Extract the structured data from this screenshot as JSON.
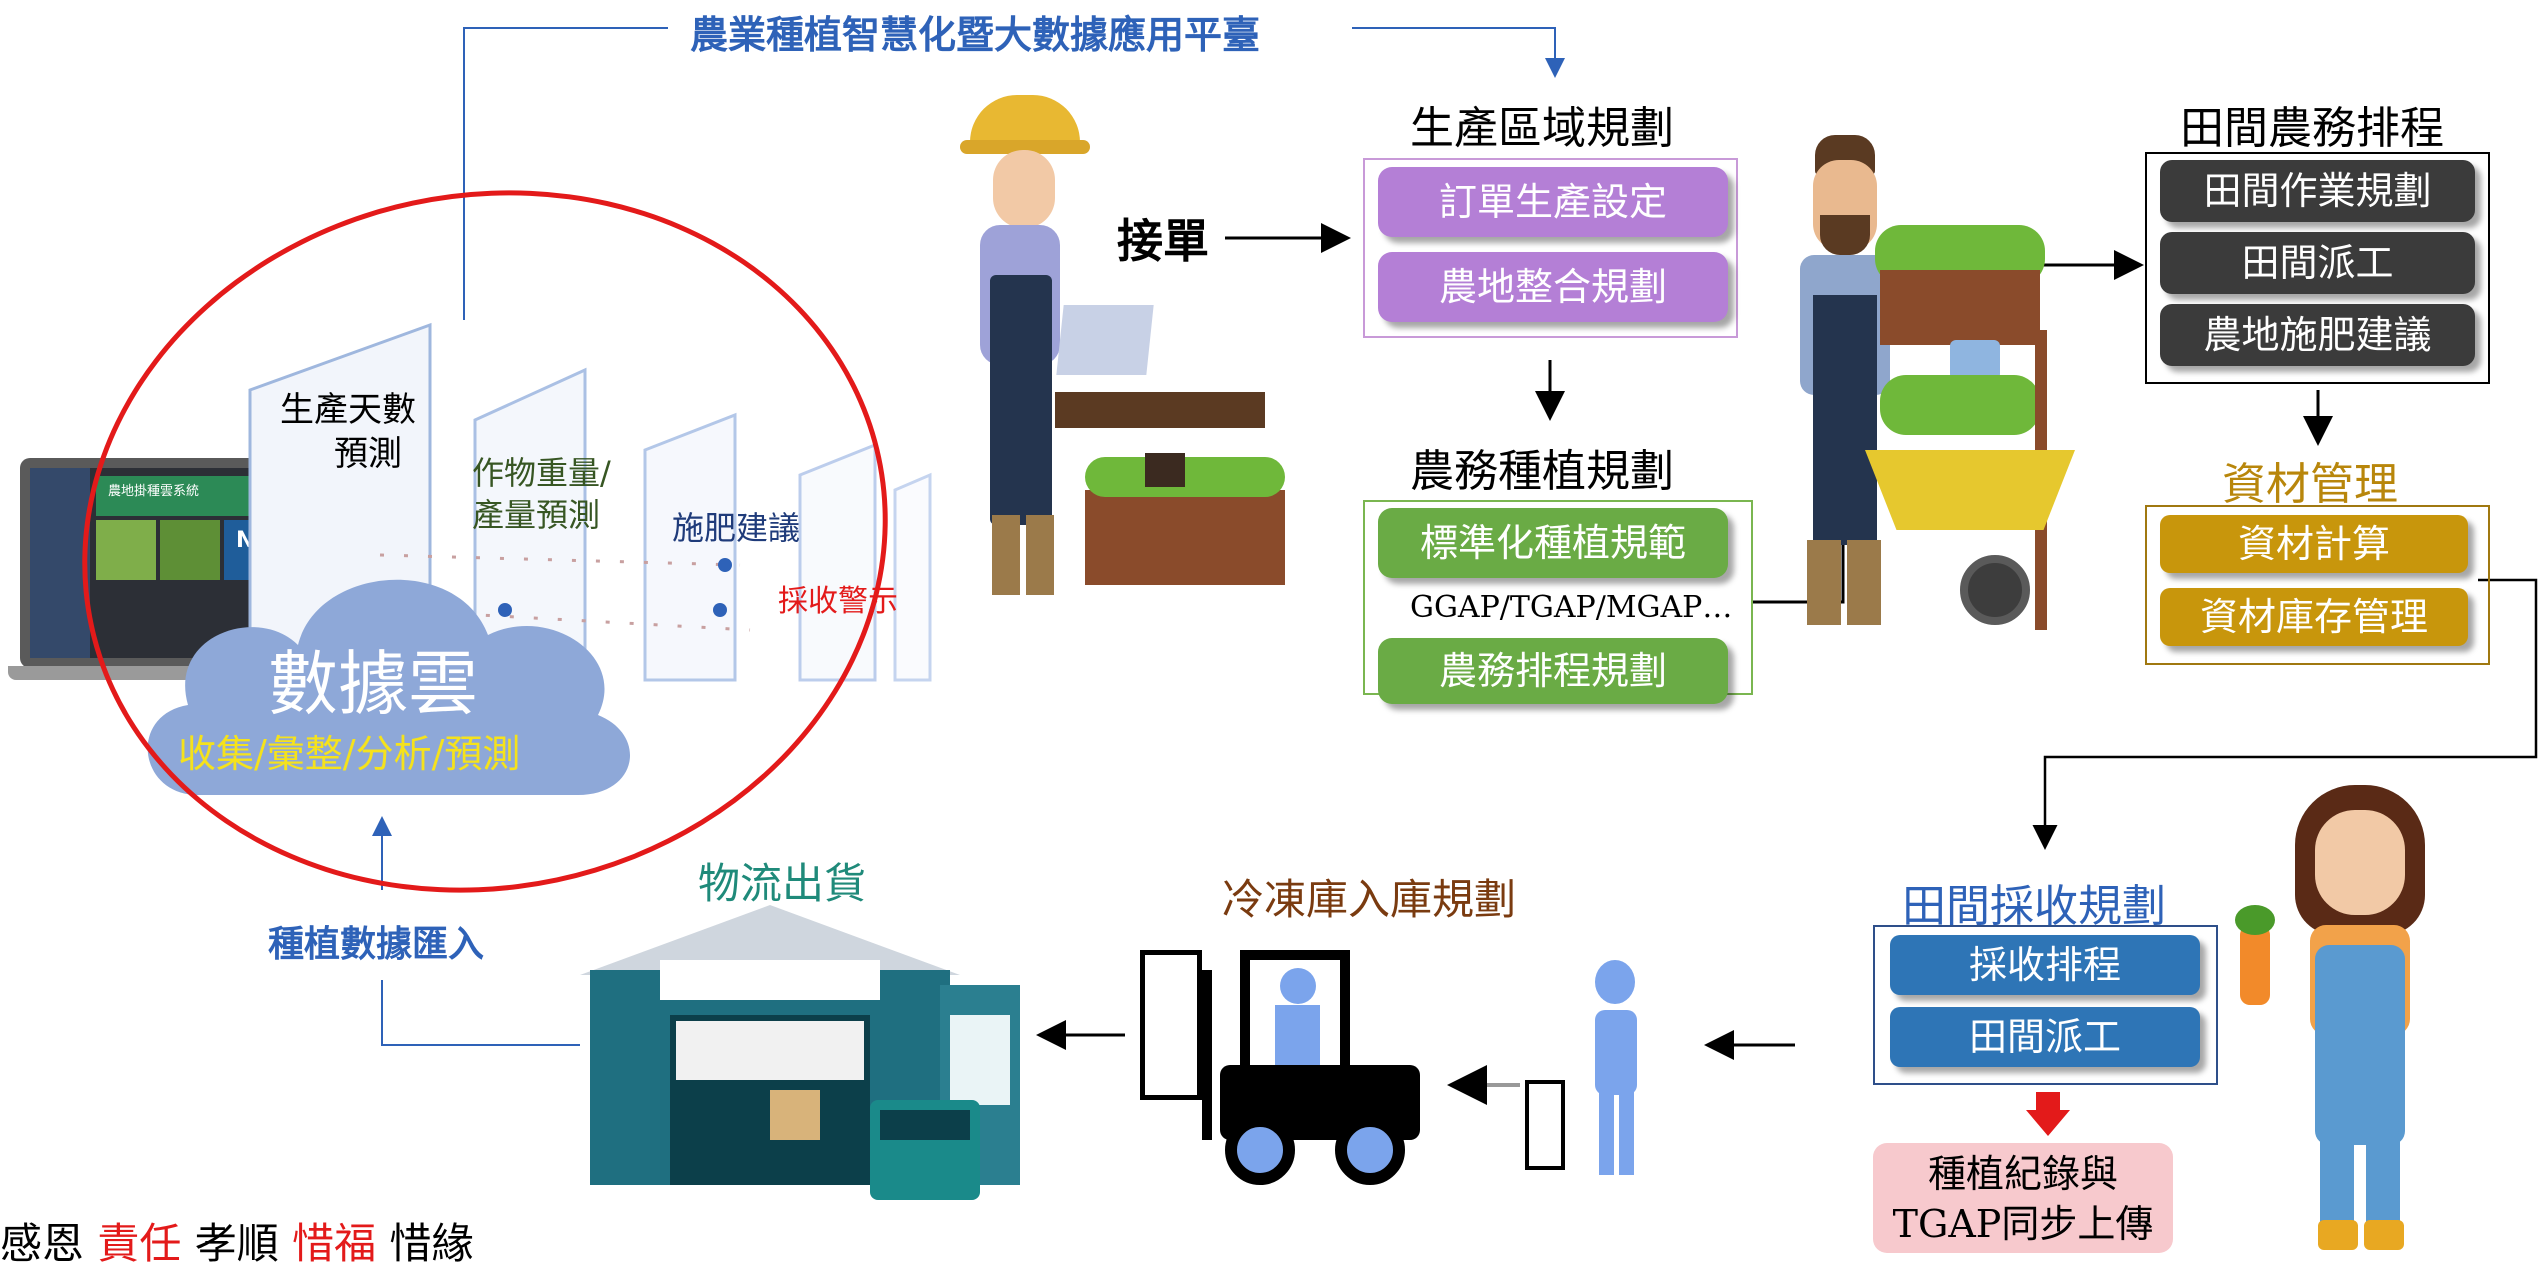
{
  "platform_title": "農業種植智慧化暨大數據應用平臺",
  "accept_order": "接單",
  "production_planning": {
    "title": "生產區域規劃",
    "items": [
      "訂單生產設定",
      "農地整合規劃"
    ]
  },
  "farming_planning": {
    "title": "農務種植規劃",
    "items": [
      "標準化種植規範",
      "農務排程規劃"
    ],
    "standards": "GGAP/TGAP/MGAP…"
  },
  "field_schedule": {
    "title": "田間農務排程",
    "items": [
      "田間作業規劃",
      "田間派工",
      "農地施肥建議"
    ]
  },
  "materials": {
    "title": "資材管理",
    "items": [
      "資材計算",
      "資材庫存管理"
    ]
  },
  "harvest": {
    "title": "田間採收規劃",
    "items": [
      "採收排程",
      "田間派工"
    ],
    "upload": [
      "種植紀錄與",
      "TGAP同步上傳"
    ]
  },
  "cold_storage": "冷凍庫入庫規劃",
  "logistics": "物流出貨",
  "data_import": "種植數據匯入",
  "cloud": {
    "title": "數據雲",
    "subtitle": "收集/彙整/分析/預測"
  },
  "predictions": {
    "days": [
      "生產天數",
      "預測"
    ],
    "weight": [
      "作物重量/",
      "產量預測"
    ],
    "fertilizer": "施肥建議",
    "harvest_alert": "採收警示"
  },
  "laptop_screen": {
    "header": "農地掛種雲系統",
    "badge": "NO1"
  },
  "footer": {
    "parts": [
      "感恩",
      "責任",
      "孝順",
      "惜福",
      "惜緣"
    ]
  },
  "colors": {
    "purple": "#b47fd6",
    "green": "#6aab45",
    "dark": "#3b3b3b",
    "gold": "#c8960c",
    "blue": "#2e75b6",
    "red": "#e31a1a"
  }
}
